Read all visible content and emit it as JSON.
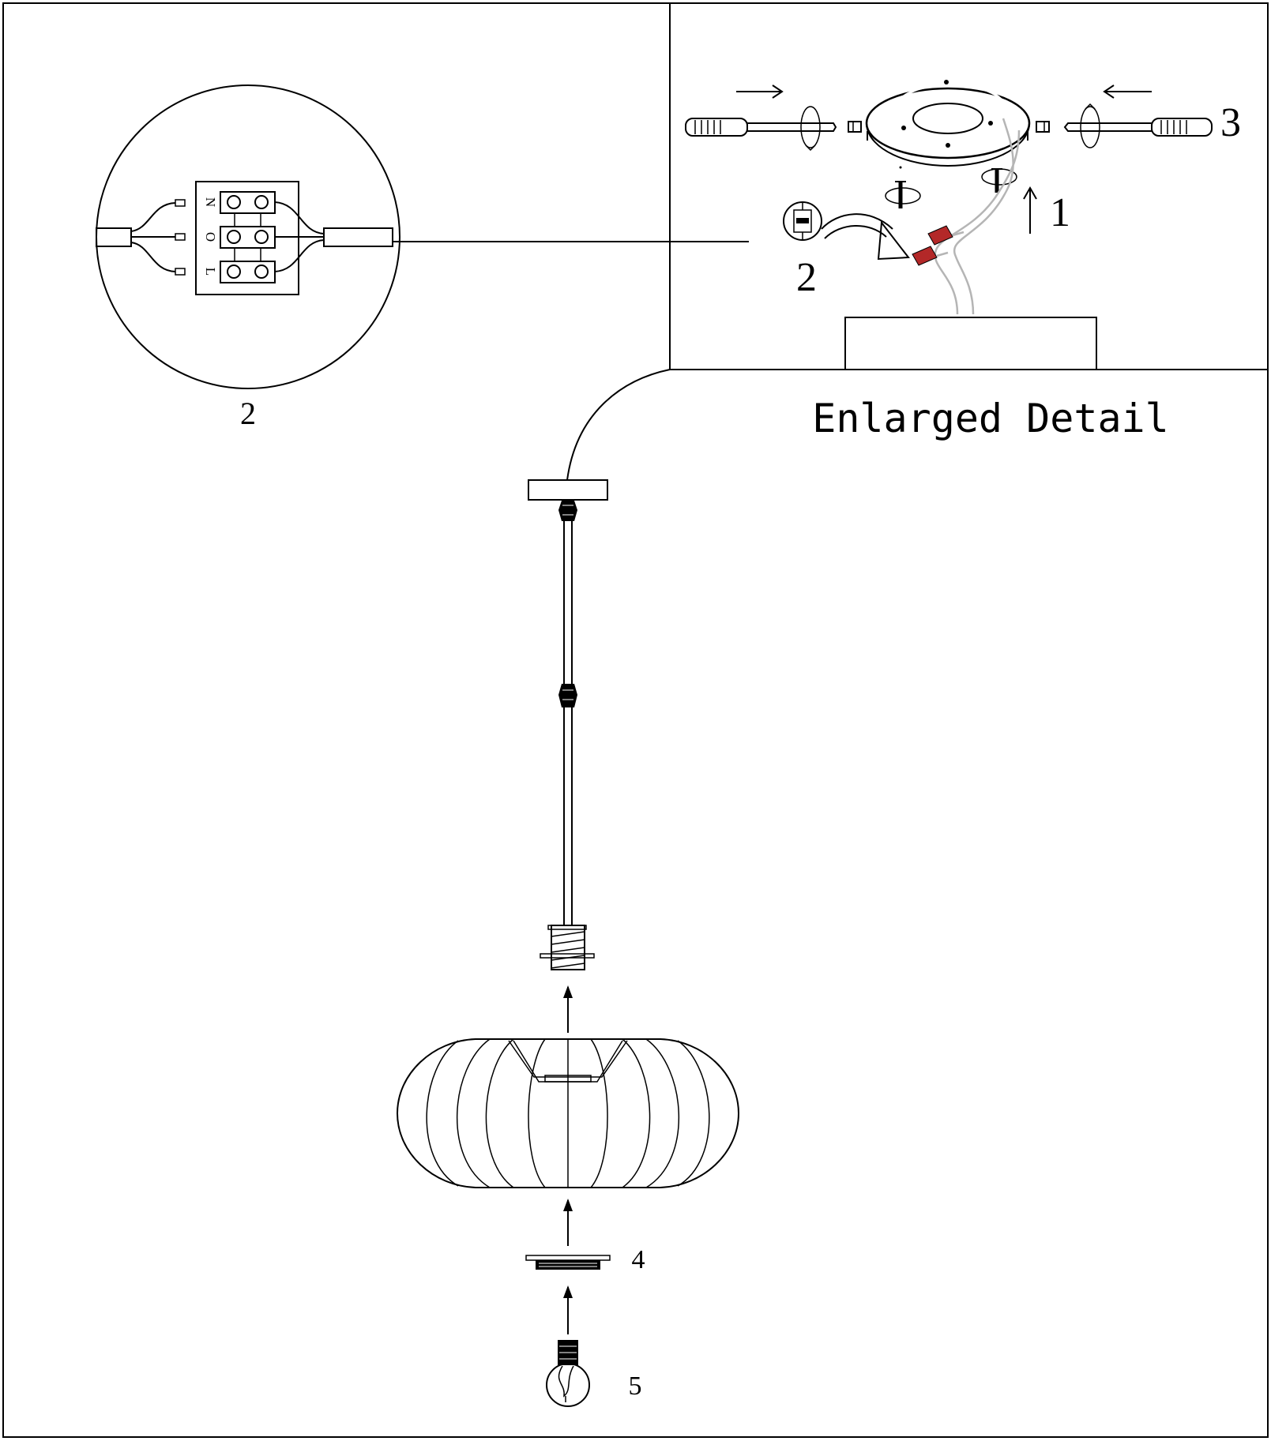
{
  "enlarged_detail_title": "Enlarged Detail",
  "callouts": {
    "step_1": "1",
    "step_2_detail": "2",
    "step_2_circle": "2",
    "step_3": "3",
    "step_4": "4",
    "step_5": "5"
  },
  "terminal_letters": [
    "N",
    "O",
    "L"
  ],
  "colors": {
    "line": "#000000",
    "wire_connector": "#b32828",
    "wire": "#b5b5b5",
    "background": "#ffffff"
  }
}
